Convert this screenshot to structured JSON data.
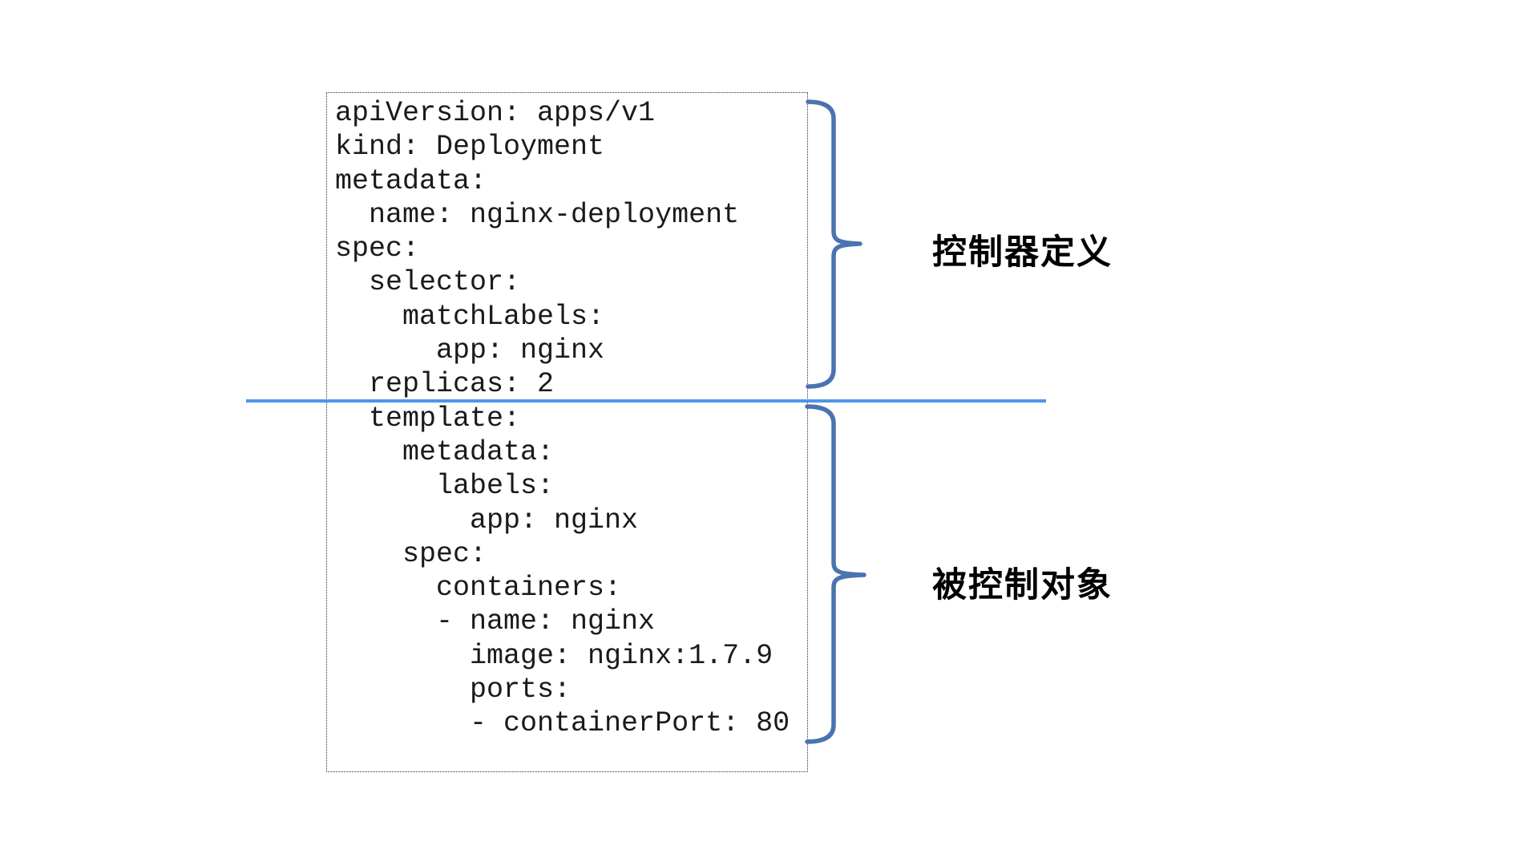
{
  "yaml_box": {
    "lines": [
      "apiVersion: apps/v1",
      "kind: Deployment",
      "metadata:",
      "  name: nginx-deployment",
      "spec:",
      "  selector:",
      "    matchLabels:",
      "      app: nginx",
      "  replicas: 2",
      "  template:",
      "    metadata:",
      "      labels:",
      "        app: nginx",
      "    spec:",
      "      containers:",
      "      - name: nginx",
      "        image: nginx:1.7.9",
      "        ports:",
      "        - containerPort: 80"
    ]
  },
  "annotations": {
    "controller_definition": "控制器定义",
    "controlled_object": "被控制对象"
  },
  "colors": {
    "brace": "#4a74b0",
    "divider_line": "#4d96e8",
    "code_text": "#1a1a1a",
    "box_border": "#333333",
    "label_text": "#000000",
    "background": "#ffffff"
  }
}
